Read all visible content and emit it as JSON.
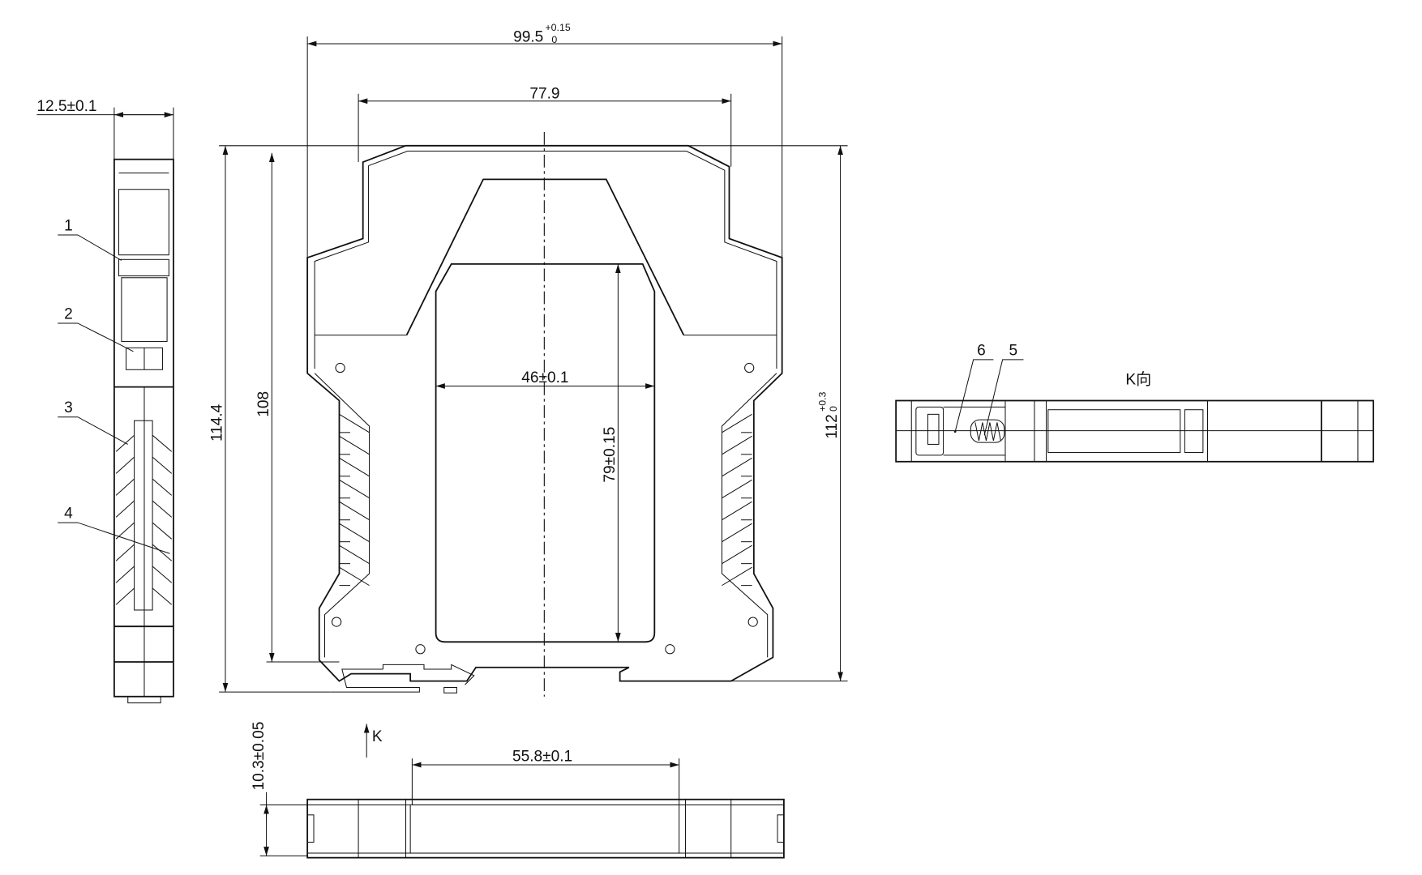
{
  "dimensions": {
    "overall_width": {
      "value": "99.5",
      "tol_upper": "+0.15",
      "tol_lower": "0"
    },
    "top_width": "77.9",
    "overall_height": "114.4",
    "rail_height": "108",
    "body_height": {
      "value": "112",
      "tol_upper": "+0.3",
      "tol_lower": "0"
    },
    "window_width": "46±0.1",
    "window_height": "79±0.15",
    "side_thickness": "12.5±0.1",
    "bottom_width": "55.8±0.1",
    "bottom_thickness": "10.3±0.05"
  },
  "callouts": [
    "1",
    "2",
    "3",
    "4",
    "5",
    "6"
  ],
  "view_arrow_label": "K",
  "view_title": "K向"
}
